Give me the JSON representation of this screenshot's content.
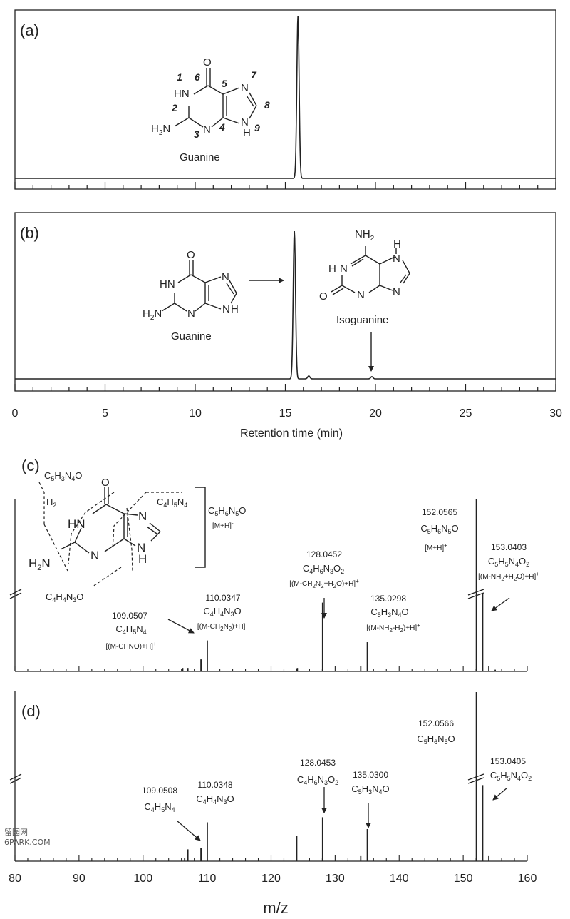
{
  "chart_data": [
    {
      "panel": "(a)",
      "type": "line",
      "xlim": [
        0,
        30
      ],
      "grid": false,
      "peaks": [
        {
          "x": 15.7,
          "y": 1.0
        }
      ],
      "baseline": 0.05,
      "structure": {
        "name": "Guanine",
        "atom_labels": [
          "O",
          "HN",
          "N",
          "N",
          "H",
          "H2N"
        ],
        "numbers": [
          "1",
          "2",
          "3",
          "4",
          "5",
          "6",
          "7",
          "8",
          "9"
        ]
      }
    },
    {
      "panel": "(b)",
      "type": "line",
      "xlim": [
        0,
        30
      ],
      "xlabel": "Retention time (min)",
      "xticks": [
        0,
        5,
        10,
        15,
        20,
        25,
        30
      ],
      "grid": false,
      "peaks": [
        {
          "x": 15.5,
          "y": 1.0
        },
        {
          "x": 16.3,
          "y": 0.02
        },
        {
          "x": 19.8,
          "y": 0.015
        }
      ],
      "baseline": 0.05,
      "structures": [
        {
          "name": "Guanine",
          "atom_labels": [
            "O",
            "HN",
            "N",
            "N",
            "H",
            "H2N"
          ]
        },
        {
          "name": "Isoguanine",
          "atom_labels": [
            "NH2",
            "H",
            "N",
            "N",
            "N",
            "N",
            "O"
          ]
        }
      ]
    },
    {
      "panel": "(c)",
      "type": "bar",
      "xlim": [
        80,
        160
      ],
      "axis_break": true,
      "bars": [
        {
          "x": 109.0507,
          "y": 0.07
        },
        {
          "x": 110.0347,
          "y": 0.18
        },
        {
          "x": 128.0452,
          "y": 0.4
        },
        {
          "x": 135.0298,
          "y": 0.17
        },
        {
          "x": 152.0565,
          "y": 1.0
        },
        {
          "x": 153.0403,
          "y": 0.45
        },
        {
          "x": 106.2,
          "y": 0.02
        },
        {
          "x": 107.0,
          "y": 0.02
        },
        {
          "x": 124.1,
          "y": 0.02
        },
        {
          "x": 134.0,
          "y": 0.03
        },
        {
          "x": 154.0,
          "y": 0.03
        },
        {
          "x": 155.0,
          "y": 0.01
        }
      ],
      "labels": [
        {
          "mz": "109.0507",
          "formula": "C4H5N4",
          "ion": "[(M-CHNO)+H]+"
        },
        {
          "mz": "110.0347",
          "formula": "C4H4N3O",
          "ion": "[(M-CH2N2)+H]+"
        },
        {
          "mz": "128.0452",
          "formula": "C4H6N3O2",
          "ion": "[(M-CH2N2+H2O)+H]+"
        },
        {
          "mz": "135.0298",
          "formula": "C5H3N4O",
          "ion": "[(M-NH2-H2)+H]+"
        },
        {
          "mz": "152.0565",
          "formula": "C5H6N5O",
          "ion": "[M+H]+"
        },
        {
          "mz": "153.0403",
          "formula": "C5H5N4O2",
          "ion": "[(M-NH2+H2O)+H]+"
        }
      ],
      "structure": {
        "fragments": [
          "C5H3N4O",
          "H2",
          "C4H5N4",
          "C4H4N3O"
        ],
        "parent": "C5H6N5O",
        "parent_ion": "[M+H]-",
        "atom_labels": [
          "O",
          "HN",
          "N",
          "N",
          "N",
          "H",
          "H2N"
        ]
      }
    },
    {
      "panel": "(d)",
      "type": "bar",
      "xlim": [
        80,
        160
      ],
      "xticks": [
        80,
        90,
        100,
        110,
        120,
        130,
        140,
        150,
        160
      ],
      "xlabel": "m/z",
      "axis_break": true,
      "bars": [
        {
          "x": 107.0,
          "y": 0.07
        },
        {
          "x": 109.0508,
          "y": 0.08
        },
        {
          "x": 110.0348,
          "y": 0.23
        },
        {
          "x": 124.0,
          "y": 0.15
        },
        {
          "x": 128.0453,
          "y": 0.26
        },
        {
          "x": 135.03,
          "y": 0.19
        },
        {
          "x": 152.0566,
          "y": 1.0
        },
        {
          "x": 153.0405,
          "y": 0.45
        },
        {
          "x": 106.5,
          "y": 0.02
        },
        {
          "x": 134.0,
          "y": 0.03
        },
        {
          "x": 154.0,
          "y": 0.03
        }
      ],
      "labels": [
        {
          "mz": "109.0508",
          "formula": "C4H5N4"
        },
        {
          "mz": "110.0348",
          "formula": "C4H4N3O"
        },
        {
          "mz": "128.0453",
          "formula": "C4H6N3O2"
        },
        {
          "mz": "135.0300",
          "formula": "C5H3N4O"
        },
        {
          "mz": "152.0566",
          "formula": "C5H6N5O"
        },
        {
          "mz": "153.0405",
          "formula": "C5H5N4O2"
        }
      ]
    }
  ],
  "watermark": {
    "line1": "留园网",
    "line2": "6PARK.COM"
  }
}
